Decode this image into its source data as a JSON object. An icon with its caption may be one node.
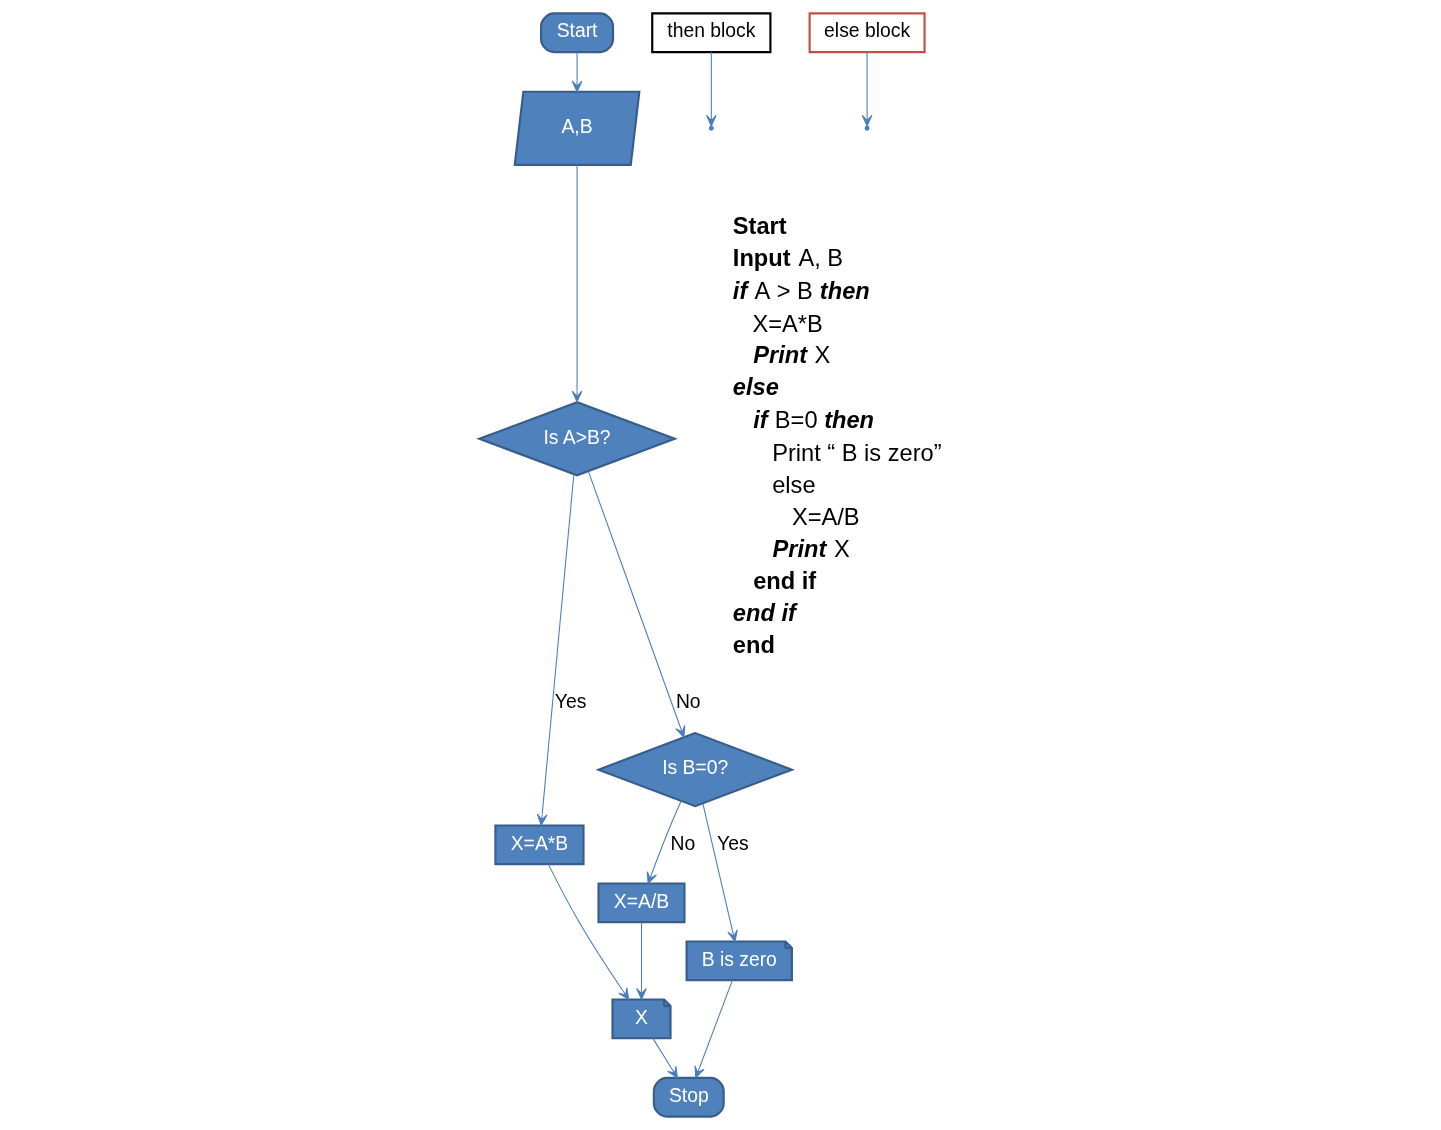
{
  "diagram": {
    "nodes": [
      {
        "text": [
          "Start"
        ]
      },
      {
        "text": [
          "A,B"
        ]
      },
      {
        "text": [
          "Is A>B?"
        ]
      },
      {
        "text": [
          "Is B=0?"
        ]
      },
      {
        "text": [
          "X=A*B"
        ]
      },
      {
        "text": [
          "X=A/B"
        ]
      },
      {
        "text": [
          "X"
        ]
      },
      {
        "text": [
          "B is zero"
        ]
      },
      {
        "text": [
          "Stop"
        ]
      },
      {
        "text": [
          "then block"
        ]
      },
      {
        "text": [
          "else block"
        ]
      }
    ],
    "edges": [
      {
        "from": 0,
        "to": 1,
        "arrow": "to"
      },
      {
        "from": 1,
        "to": 2,
        "arrow": "to"
      },
      {
        "from": 2,
        "to": 4,
        "arrow": "to",
        "label": "Yes"
      },
      {
        "from": 2,
        "to": 3,
        "arrow": "to",
        "label": "No"
      },
      {
        "from": 3,
        "to": 5,
        "arrow": "to",
        "label": "No"
      },
      {
        "from": 3,
        "to": 7,
        "arrow": "to",
        "label": "Yes"
      },
      {
        "from": 4,
        "to": 6,
        "arrow": "to"
      },
      {
        "from": 5,
        "to": 6,
        "arrow": "to"
      },
      {
        "from": 6,
        "to": 8,
        "arrow": "to"
      },
      {
        "from": 7,
        "to": 8,
        "arrow": "to"
      },
      {
        "from": 9,
        "to": null,
        "arrow": "to"
      },
      {
        "from": 10,
        "to": null,
        "arrow": "to"
      }
    ],
    "labels": [
      "Start",
      "**Input** A, B",
      "**if** A > B **then**",
      "X=A*B",
      "**Print** X",
      "else",
      "**if** B=0 **then**",
      "Print “ B is zero”",
      "else",
      "X=A/B",
      "**Print** X",
      "end if",
      "end if",
      "end"
    ]
  }
}
